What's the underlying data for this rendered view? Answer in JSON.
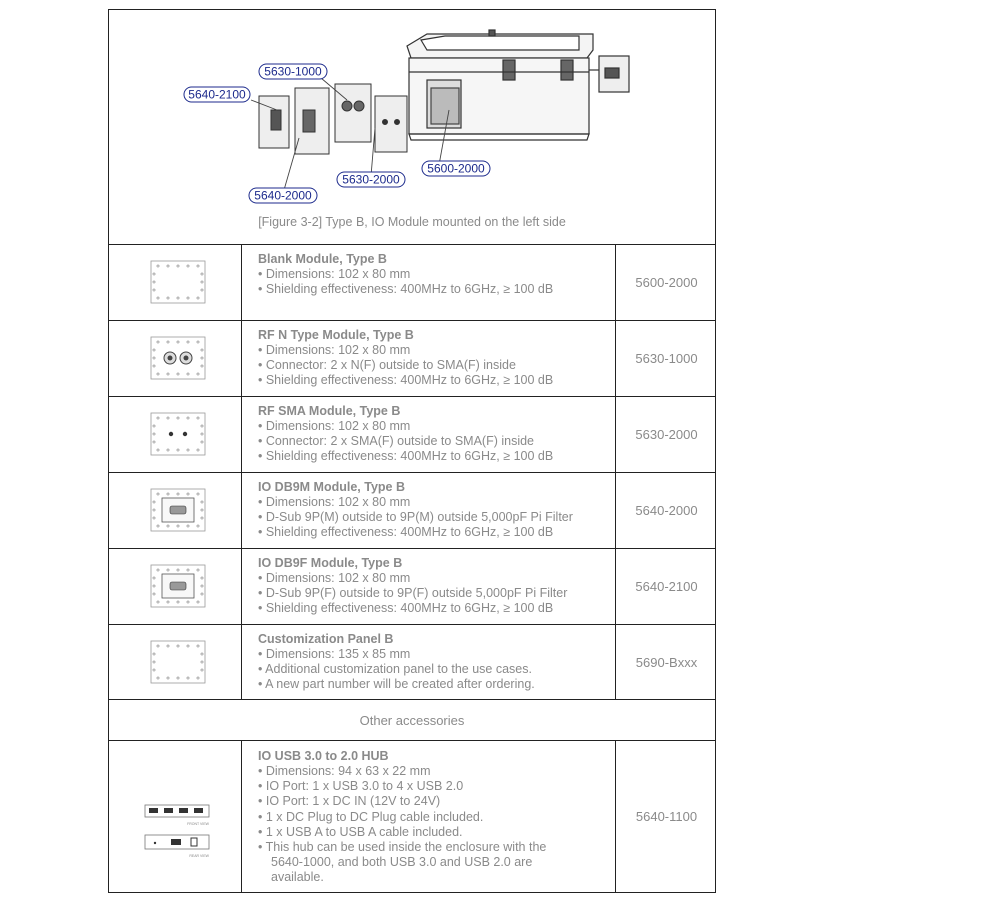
{
  "figure": {
    "caption": "[Figure 3-2] Type B, IO Module mounted on the left side",
    "callouts": [
      "5640-2100",
      "5630-1000",
      "5640-2000",
      "5630-2000",
      "5600-2000"
    ]
  },
  "modules": [
    {
      "title": "Blank Module,  Type B",
      "lines": [
        "• Dimensions: 102 x 80 mm",
        "• Shielding effectiveness: 400MHz to 6GHz, ≥ 100 dB"
      ],
      "part": "5600-2000",
      "icon": "blank-module-icon"
    },
    {
      "title": "RF N Type Module,  Type B",
      "lines": [
        "• Dimensions: 102 x 80 mm",
        "• Connector: 2 x N(F) outside to SMA(F) inside",
        "• Shielding effectiveness: 400MHz to 6GHz, ≥ 100 dB"
      ],
      "part": "5630-1000",
      "icon": "rf-n-module-icon"
    },
    {
      "title": "RF SMA Module,  Type B",
      "lines": [
        "• Dimensions: 102 x 80 mm",
        "• Connector: 2 x SMA(F) outside to SMA(F) inside",
        "• Shielding effectiveness: 400MHz to 6GHz, ≥ 100 dB"
      ],
      "part": "5630-2000",
      "icon": "rf-sma-module-icon"
    },
    {
      "title": "IO DB9M Module,  Type B",
      "lines": [
        "• Dimensions: 102 x 80 mm",
        "• D-Sub 9P(M) outside to 9P(M) outside 5,000pF Pi Filter",
        "• Shielding effectiveness: 400MHz to 6GHz, ≥ 100 dB"
      ],
      "part": "5640-2000",
      "icon": "db9m-module-icon"
    },
    {
      "title": "IO DB9F Module,  Type B",
      "lines": [
        "• Dimensions: 102 x 80 mm",
        "• D-Sub 9P(F) outside to 9P(F) outside 5,000pF Pi Filter",
        "• Shielding effectiveness: 400MHz to 6GHz, ≥ 100 dB"
      ],
      "part": "5640-2100",
      "icon": "db9f-module-icon"
    },
    {
      "title": "Customization Panel B",
      "lines": [
        "• Dimensions: 135 x 85 mm",
        "• Additional customization panel to the use cases.",
        "• A new part number will be created after ordering."
      ],
      "part": "5690-Bxxx",
      "icon": "custom-panel-icon"
    }
  ],
  "other_accessories_label": "Other accessories",
  "hub": {
    "title": "IO USB 3.0 to 2.0 HUB",
    "lines": [
      "• Dimensions: 94 x 63 x 22 mm",
      "• IO Port: 1 x USB 3.0 to 4 x USB 2.0",
      "• IO Port: 1 x DC IN (12V to 24V)",
      "• 1 x DC Plug to DC Plug cable included.",
      "• 1 x USB A to USB A cable included.",
      "• This hub can be used inside the enclosure with the"
    ],
    "indent_lines": [
      "5640-1000, and both USB 3.0 and USB 2.0 are",
      "available."
    ],
    "part": "5640-1100",
    "front_view_label": "FRONT VIEW",
    "rear_view_label": "REAR VIEW"
  }
}
